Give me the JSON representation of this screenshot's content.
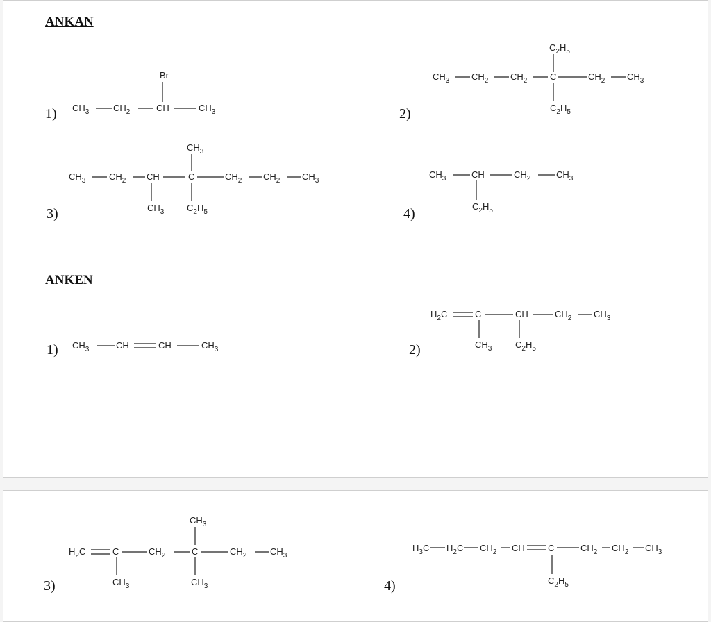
{
  "alkanes": {
    "heading": "ANKAN",
    "items": [
      {
        "label": "1)",
        "substituent": "Br",
        "chain": [
          "CH3",
          "CH2",
          "CH",
          "CH3"
        ]
      },
      {
        "label": "2)",
        "top": "C2H5",
        "chain": [
          "CH3",
          "CH2",
          "CH2",
          "C",
          "CH2",
          "CH3"
        ],
        "bottom": "C2H5"
      },
      {
        "label": "3)",
        "top": "CH3",
        "chain": [
          "CH3",
          "CH2",
          "CH",
          "C",
          "CH2",
          "CH2",
          "CH3"
        ],
        "bottom1": "CH3",
        "bottom2": "C2H5"
      },
      {
        "label": "4)",
        "chain": [
          "CH3",
          "CH",
          "CH2",
          "CH3"
        ],
        "bottom": "C2H5"
      }
    ]
  },
  "alkenes": {
    "heading": "ANKEN",
    "items": [
      {
        "label": "1)",
        "chain": [
          "CH3",
          "CH",
          "CH",
          "CH3"
        ]
      },
      {
        "label": "2)",
        "chain": [
          "H2C",
          "C",
          "CH",
          "CH2",
          "CH3"
        ],
        "bottom1": "CH3",
        "bottom2": "C2H5"
      },
      {
        "label": "3)",
        "chain": [
          "H2C",
          "C",
          "CH2",
          "C",
          "CH2",
          "CH3"
        ],
        "top": "CH3",
        "bottom1": "CH3",
        "bottom2": "CH3"
      },
      {
        "label": "4)",
        "chain": [
          "H3C",
          "H2C",
          "CH2",
          "CH",
          "C",
          "CH2",
          "CH2",
          "CH3"
        ],
        "bottom": "C2H5"
      }
    ]
  }
}
